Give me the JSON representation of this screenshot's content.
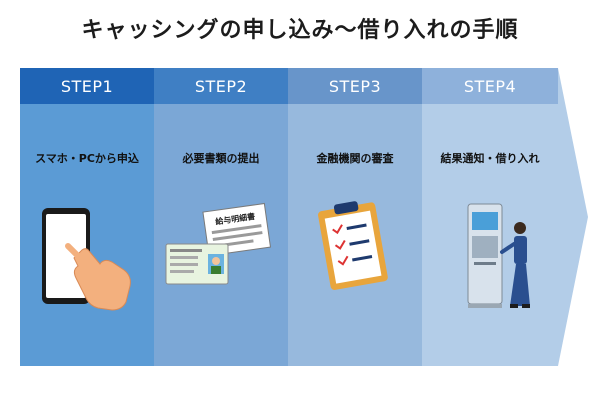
{
  "title": "キャッシングの申し込み〜借り入れの手順",
  "steps": [
    {
      "head": "STEP1",
      "label": "スマホ・PCから申込",
      "icon": "smartphone-tap-icon"
    },
    {
      "head": "STEP2",
      "label": "必要書類の提出",
      "icon": "documents-icon",
      "doc_text": "給与明細書"
    },
    {
      "head": "STEP3",
      "label": "金融機関の審査",
      "icon": "clipboard-checklist-icon"
    },
    {
      "head": "STEP4",
      "label": "結果通知・借り入れ",
      "icon": "atm-person-icon"
    }
  ],
  "colors": {
    "step1_head": "#1f64b5",
    "step1_body": "#5b9bd5",
    "step2_head": "#3f7fc4",
    "step2_body": "#7ba7d6",
    "step3_head": "#6895ca",
    "step3_body": "#97b9dd",
    "step4_head": "#8eb1db",
    "step4_body": "#b3cde8"
  }
}
